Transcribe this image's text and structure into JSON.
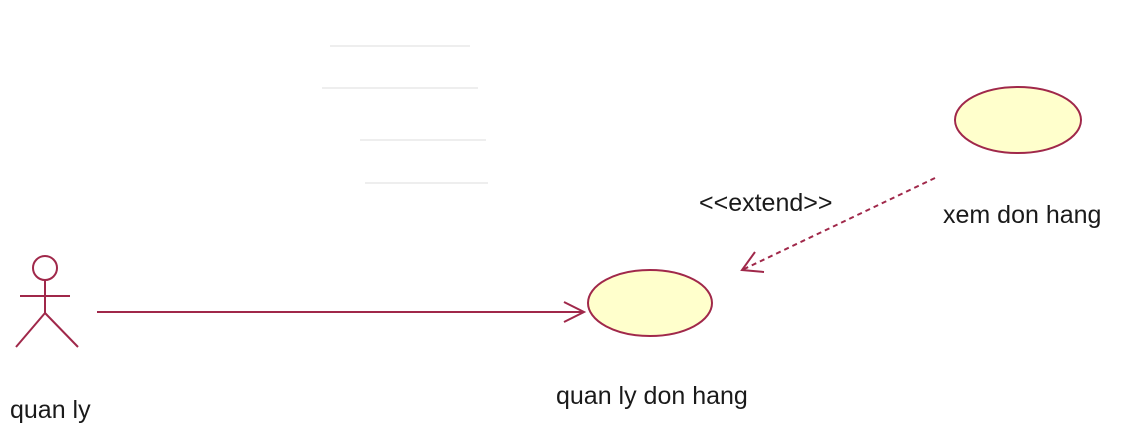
{
  "actor": {
    "name": "quan ly"
  },
  "use_cases": [
    {
      "name": "quan ly don hang"
    },
    {
      "name": "xem don hang"
    }
  ],
  "relationship": {
    "stereotype": "<<extend>>"
  },
  "colors": {
    "line": "#a0284a",
    "ellipse_fill": "#ffffcc",
    "ellipse_stroke": "#a0284a",
    "text": "#1a1a1a"
  }
}
